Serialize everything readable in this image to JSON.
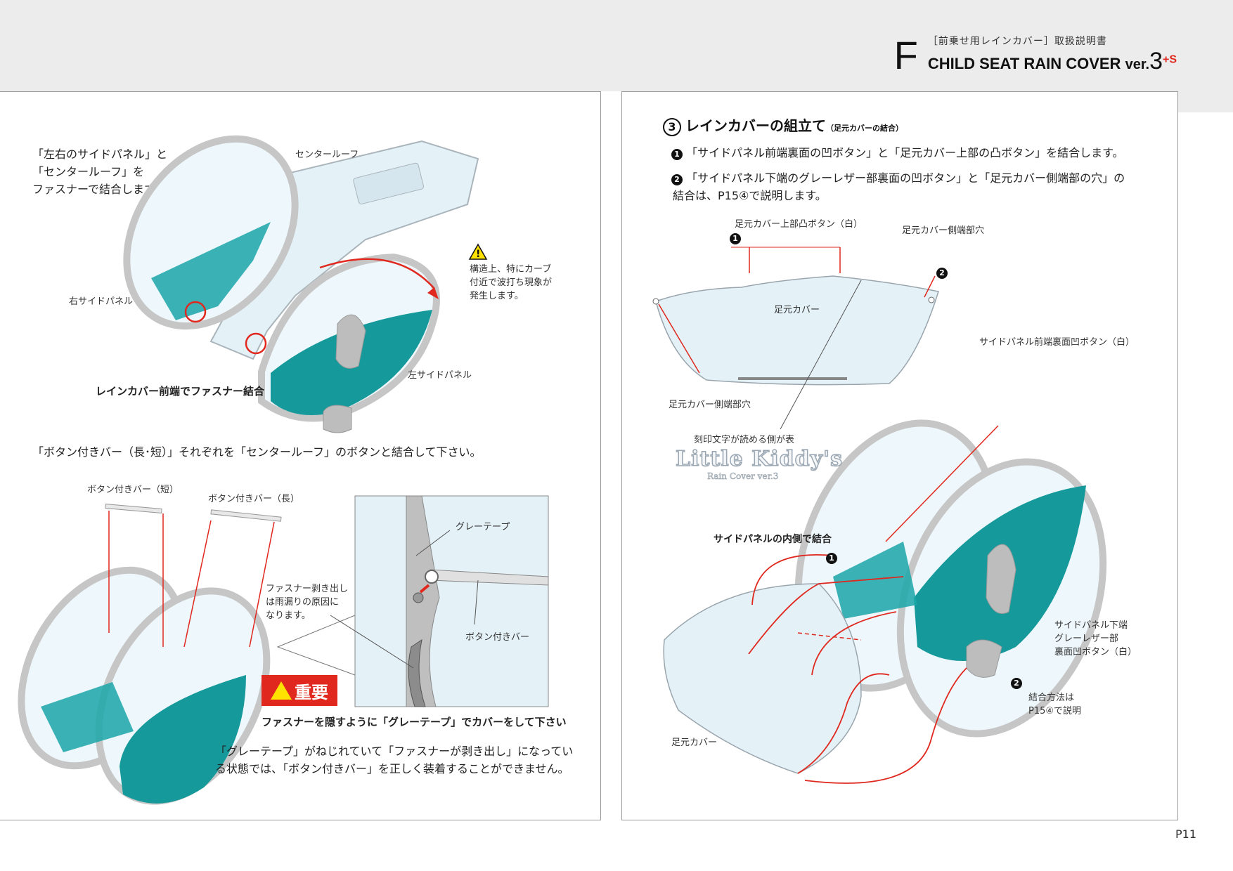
{
  "header": {
    "letter": "F",
    "subtitle": "［前乗せ用レインカバー］取扱説明書",
    "title": "CHILD SEAT RAIN COVER",
    "ver": "ver.",
    "ver_num": "3",
    "ver_suffix": "+S"
  },
  "left": {
    "intro": [
      "「左右のサイドパネル」と",
      "「センタールーフ」を",
      "ファスナーで結合します。"
    ],
    "label_center_roof": "センタールーフ",
    "label_right_panel": "右サイドパネル",
    "label_left_panel": "左サイドパネル",
    "warning_note": [
      "構造上、特にカーブ",
      "付近で波打ち現象が",
      "発生します。"
    ],
    "caption_front": "レインカバー前端でファスナー結合",
    "instruction_bars": "「ボタン付きバー（長･短）」それぞれを「センタールーフ」のボタンと結合して下さい。",
    "label_bar_short": "ボタン付きバー（短）",
    "label_bar_long": "ボタン付きバー（長）",
    "zipper_note": [
      "ファスナー剥き出し",
      "は雨漏りの原因に",
      "なります。"
    ],
    "label_gray_tape": "グレーテープ",
    "label_button_bar": "ボタン付きバー",
    "badge": "重要",
    "caption_hide": "ファスナーを隠すように「グレーテープ」でカバーをして下さい",
    "warning_text": [
      "「グレーテープ」がねじれていて「ファスナーが剥き出し」になってい",
      "る状態では、「ボタン付きバー」を正しく装着することができません。"
    ]
  },
  "right": {
    "section_num": "3",
    "section_title": "レインカバーの組立て",
    "section_sub": "（足元カバーの結合）",
    "step1_num": "1",
    "step1": "「サイドパネル前端裏面の凹ボタン」と「足元カバー上部の凸ボタン」を結合します。",
    "step2_num": "2",
    "step2": [
      "「サイドパネル下端のグレーレザー部裏面の凹ボタン」と「足元カバー側端部の穴」の",
      "結合は、P15④で説明します。"
    ],
    "label_top_button": "足元カバー上部凸ボタン（白）",
    "label_side_hole_r": "足元カバー側端部穴",
    "label_foot_cover": "足元カバー",
    "label_side_hole_l": "足元カバー側端部穴",
    "label_engraved": "刻印文字が読める側が表",
    "logo_main": "Little Kiddy's",
    "logo_sub": "Rain Cover ver.3",
    "label_front_button": "サイドパネル前端裏面凹ボタン（白）",
    "caption_inside": "サイドパネルの内側で結合",
    "label_bottom_button": [
      "サイドパネル下端",
      "グレーレザー部",
      "裏面凹ボタン（白）"
    ],
    "join_note": [
      "結合方法は",
      "P15④で説明"
    ],
    "label_foot_cover_2": "足元カバー"
  },
  "page_number": "P11",
  "colors": {
    "teal": "#1aa6a8",
    "teal_dark": "#0f8f90",
    "light_blue": "#e4f2f8",
    "frame_gray": "#c9c9c9",
    "accent_red": "#e0281e",
    "warning_yellow": "#ffe200"
  }
}
